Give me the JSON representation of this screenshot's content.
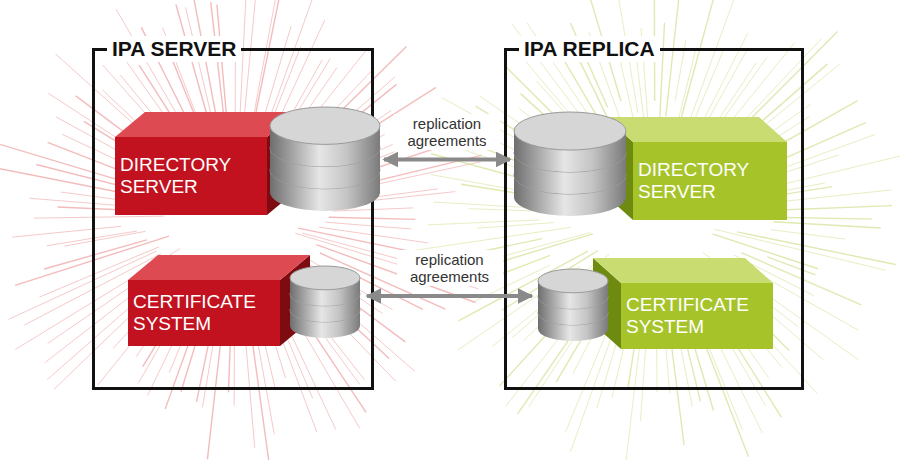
{
  "diagram": {
    "nodes": [
      {
        "text": [
          "IPA SERVER"
        ]
      },
      {
        "text": [
          "DIRECTORY SERVER"
        ],
        "in": 0
      },
      {
        "text": [
          "CERTIFICATE SYSTEM"
        ],
        "in": 0
      },
      {
        "text": [
          "IPA REPLICA"
        ]
      },
      {
        "text": [
          "DIRECTORY SERVER"
        ],
        "in": 3
      },
      {
        "text": [
          "CERTIFICATE SYSTEM"
        ],
        "in": 3
      }
    ],
    "edges": [
      {
        "from": 1,
        "to": 4,
        "arrow": "both",
        "label": "replication agreements"
      },
      {
        "from": 2,
        "to": 5,
        "arrow": "both",
        "label": "replication agreements"
      }
    ]
  }
}
